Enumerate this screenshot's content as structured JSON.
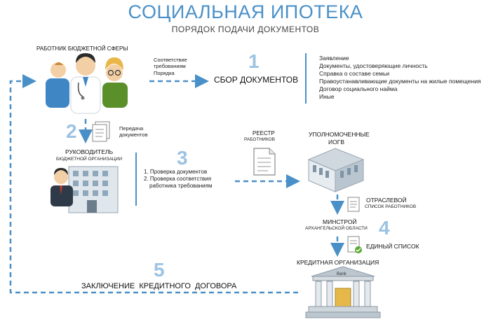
{
  "header": {
    "title": "СОЦИАЛЬНАЯ ИПОТЕКА",
    "subtitle": "ПОРЯДОК ПОДАЧИ ДОКУМЕНТОВ"
  },
  "steps": {
    "s1": "1",
    "s2": "2",
    "s3": "3",
    "s4": "4",
    "s5": "5"
  },
  "worker": {
    "label": "РАБОТНИК БЮДЖЕТНОЙ СФЕРЫ"
  },
  "step1": {
    "note_line1": "Соответствие",
    "note_line2": "требованиям",
    "note_line3": "Порядка",
    "title": "СБОР ДОКУМЕНТОВ",
    "docs": [
      "Заявление",
      "Документы, удостоверяющие личность",
      "Справка о составе семьи",
      "Правоустанавливающие документы на жилые помещения",
      "Договор социального найма",
      "Иные"
    ]
  },
  "step2": {
    "note_line1": "Передача",
    "note_line2": "документов"
  },
  "head": {
    "title": "РУКОВОДИТЕЛЬ",
    "subtitle": "БЮДЖЕТНОЙ ОРГАНИЗАЦИИ"
  },
  "step3": {
    "item1": "1. Проверка документов",
    "item2_line1": "2. Проверка соответствия",
    "item2_line2": "работника требованиям"
  },
  "registry": {
    "title": "РЕЕСТР",
    "subtitle": "РАБОТНИКОВ"
  },
  "iogv": {
    "line1": "УПОЛНОМОЧЕННЫЕ",
    "line2": "ИОГВ"
  },
  "sector_list": {
    "line1": "ОТРАСЛЕВОЙ",
    "line2": "СПИСОК РАБОТНИКОВ"
  },
  "ministry": {
    "line1": "МИНСТРОЙ",
    "line2": "АРХАНГЕЛЬСКОЙ ОБЛАСТИ"
  },
  "single_list": {
    "label": "ЕДИНЫЙ СПИСОК"
  },
  "credit_org": {
    "label": "КРЕДИТНАЯ ОРГАНИЗАЦИЯ",
    "bank_sign": "Bank"
  },
  "step5": {
    "title": "ЗАКЛЮЧЕНИЕ  КРЕДИТНОГО  ДОГОВОРА"
  },
  "colors": {
    "accent": "#4a90c8",
    "step_number": "#9dc3e3"
  }
}
